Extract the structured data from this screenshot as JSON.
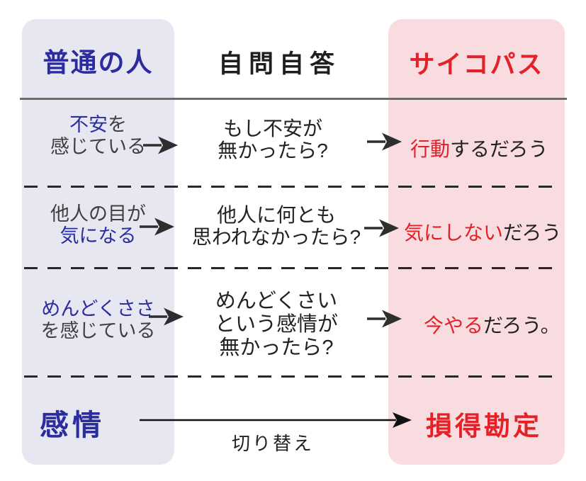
{
  "colors": {
    "left_panel_bg": "#e7e7f2",
    "right_panel_bg": "#f9dce0",
    "blue_accent": "#2b2d9e",
    "red_accent": "#e32128",
    "dark_text": "#3f3f3f",
    "ink_text": "#222222",
    "divider_gray": "#6b6b6b"
  },
  "headers": {
    "left": "普通の人",
    "center": "自問自答",
    "right": "サイコパス"
  },
  "rows": [
    {
      "left": {
        "em": "不安",
        "rest": "を",
        "line2": "感じている"
      },
      "middle": {
        "line1": "もし不安が",
        "line2": "無かったら?"
      },
      "right": {
        "em": "行動",
        "rest": "するだろう"
      }
    },
    {
      "left": {
        "line1": "他人の目が",
        "em": "気になる"
      },
      "middle": {
        "line1": "他人に何とも",
        "line2": "思われなかったら?"
      },
      "right": {
        "em": "気にしない",
        "rest": "だろう"
      }
    },
    {
      "left": {
        "em": "めんどくささ",
        "line2": "を感じている"
      },
      "middle": {
        "line1": "めんどくさい",
        "line2": "という感情が",
        "line3": "無かったら?"
      },
      "right": {
        "em": "今やる",
        "rest": "だろう。"
      }
    }
  ],
  "bottom": {
    "left": "感情",
    "arrow_label": "切り替え",
    "right": "損得勘定"
  }
}
